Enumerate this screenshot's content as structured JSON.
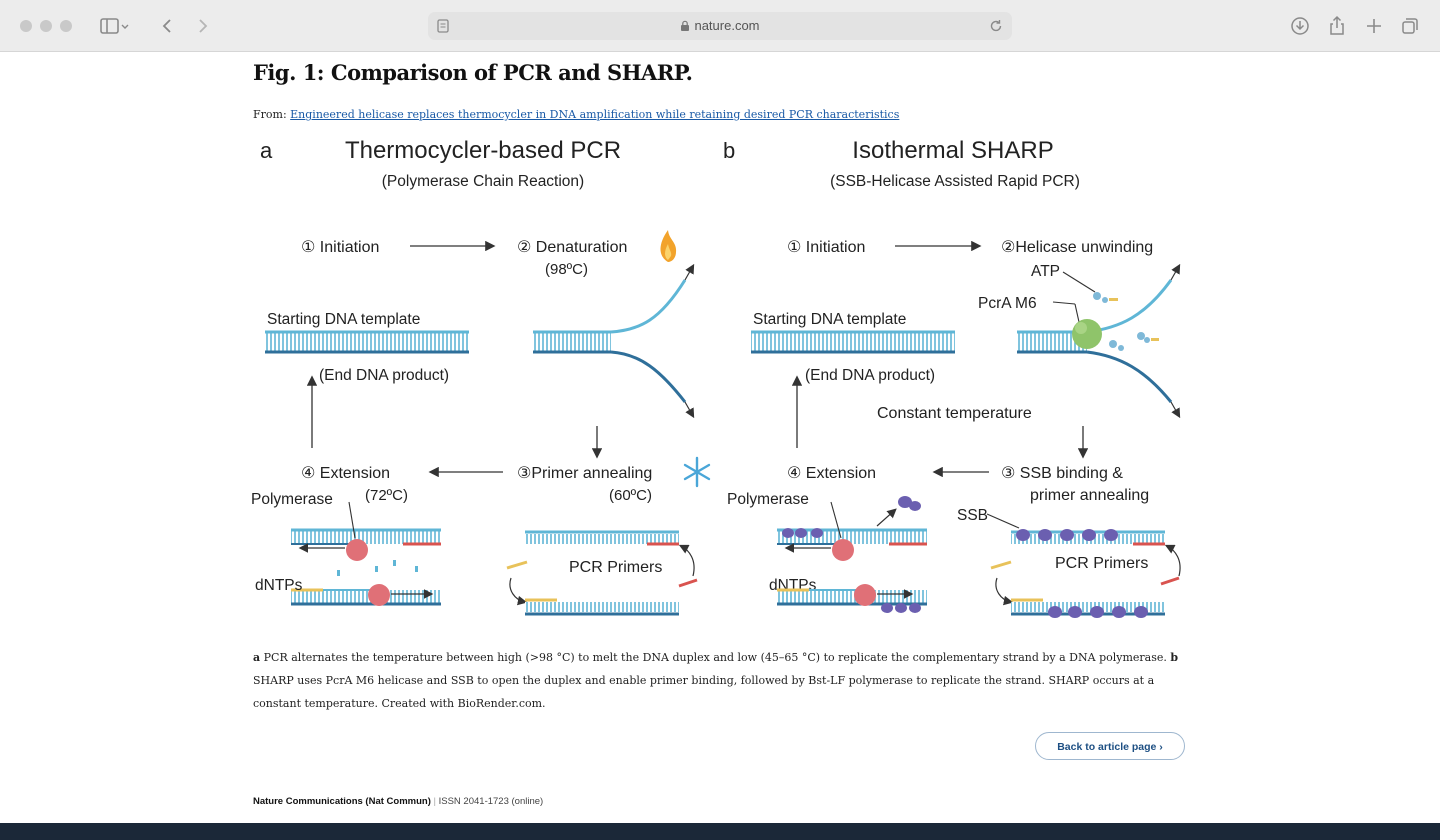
{
  "browser": {
    "url": "nature.com",
    "icons": [
      "sidebar-icon",
      "chevron-left-icon",
      "chevron-right-icon",
      "reader-icon",
      "lock-icon",
      "reload-icon",
      "download-icon",
      "share-icon",
      "plus-icon",
      "tabs-icon"
    ]
  },
  "page": {
    "title": "Fig. 1: Comparison of PCR and SHARP.",
    "from_label": "From:",
    "from_link": "Engineered helicase replaces thermocycler in DNA amplification while retaining desired PCR characteristics",
    "caption": {
      "a_label": "a",
      "a_text": "PCR alternates the temperature between high (>98 °C) to melt the DNA duplex and low (45–65 °C) to replicate the complementary strand by a DNA polymerase.",
      "b_label": "b",
      "b_text": "SHARP uses PcrA M6 helicase and SSB to open the duplex and enable primer binding, followed by Bst-LF polymerase to replicate the strand. SHARP occurs at a constant temperature. Created with BioRender.com."
    },
    "back_button": "Back to article page ›",
    "footer_journal": "Nature Communications (Nat Commun)",
    "footer_issn": "ISSN 2041-1723 (online)"
  },
  "figure": {
    "a": {
      "letter": "a",
      "title": "Thermocycler-based PCR",
      "subtitle": "(Polymerase Chain Reaction)",
      "step1": "① Initiation",
      "step2": "② Denaturation",
      "step2_temp": "(98ºC)",
      "start_template": "Starting DNA template",
      "end_product": "(End DNA product)",
      "step3": "③Primer annealing",
      "step3_temp": "(60ºC)",
      "step4": "④ Extension",
      "step4_temp": "(72ºC)",
      "polymerase": "Polymerase",
      "dntps": "dNTPs",
      "primers": "PCR Primers"
    },
    "b": {
      "letter": "b",
      "title": "Isothermal SHARP",
      "subtitle": "(SSB-Helicase Assisted Rapid PCR)",
      "step1": "① Initiation",
      "step2": "②Helicase unwinding",
      "atp": "ATP",
      "pcra": "PcrA M6",
      "start_template": "Starting DNA template",
      "end_product": "(End DNA product)",
      "constant": "Constant temperature",
      "step3_line1": "③ SSB binding &",
      "step3_line2": "primer annealing",
      "step4": "④ Extension",
      "ssb": "SSB",
      "polymerase": "Polymerase",
      "dntps": "dNTPs",
      "primers": "PCR Primers"
    },
    "colors": {
      "dna_light": "#5fb6d6",
      "dna_dark": "#2f6f9a",
      "polymerase": "#e07077",
      "helicase": "#8fc46a",
      "ssb": "#6b5fb0",
      "primer_red": "#d9534f",
      "primer_yellow": "#e8c25a",
      "flame": "#f2a32b",
      "snow": "#4aa6d8"
    }
  }
}
